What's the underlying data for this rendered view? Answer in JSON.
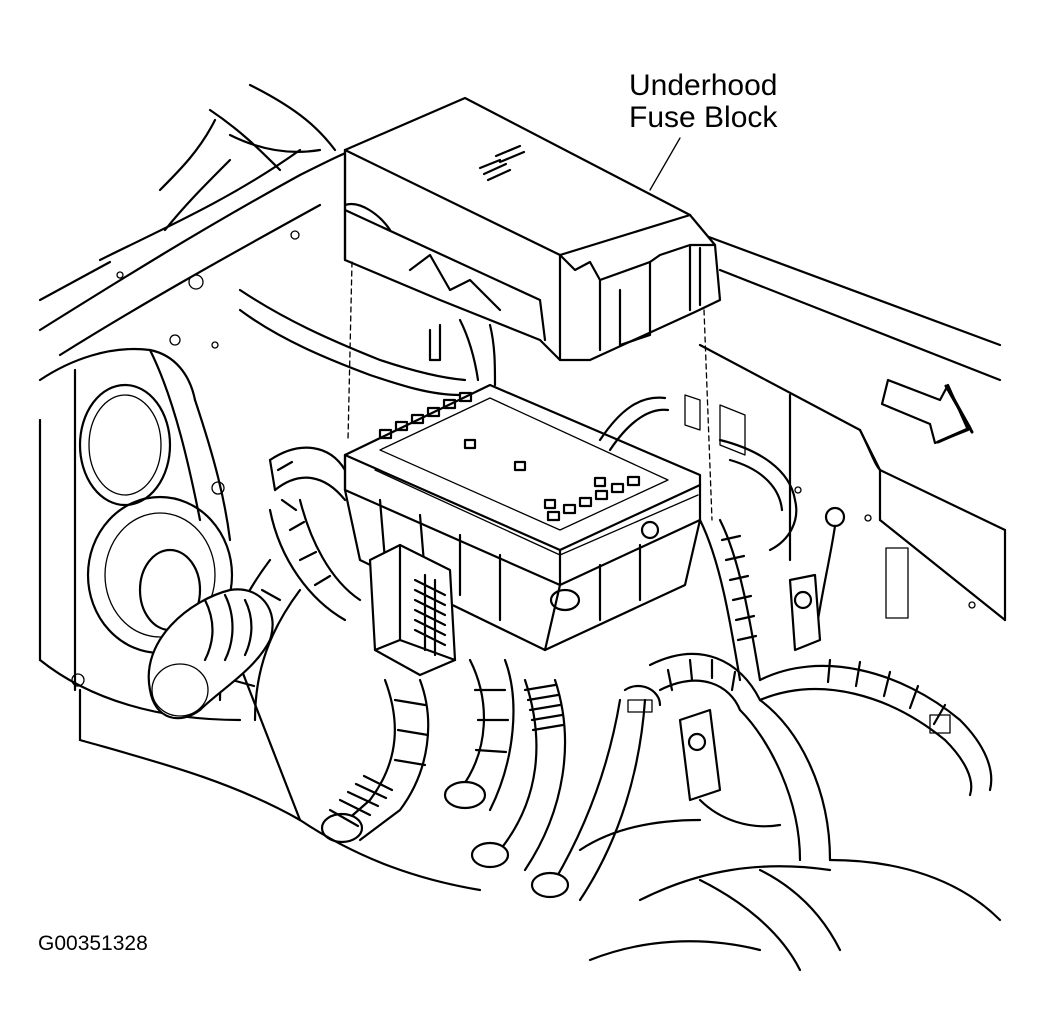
{
  "callout": {
    "line1": "Underhood",
    "line2": "Fuse Block"
  },
  "figure_id": "G00351328"
}
